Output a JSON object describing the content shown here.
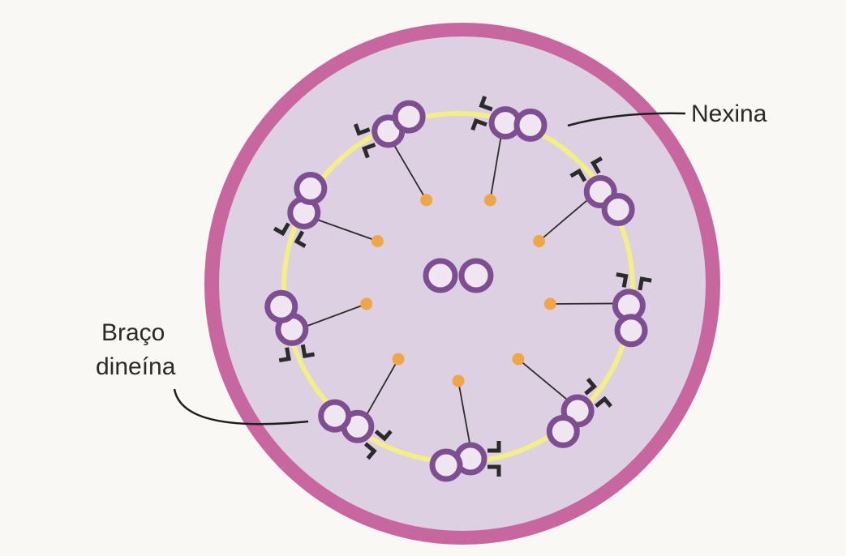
{
  "labels": {
    "nexin": "Nexina",
    "dynein_arm_line1": "Braço",
    "dynein_arm_line2": "dineína"
  },
  "structure": {
    "outer_doublet_count": 9,
    "central_singlet_count": 2,
    "radial_spoke_count": 9
  },
  "colors": {
    "page_background": "#faf8f4",
    "membrane": "#c8669f",
    "matrix": "#dcd0e2",
    "microtubule": "#7f4e92",
    "microtubule_lumen": "#efe6f2",
    "nexin_link": "#f3ee86",
    "spoke_head": "#f0a646",
    "spoke_line": "#2c2c2c",
    "dynein_arm": "#2b2b2b",
    "pointer_line": "#1f1f1f"
  }
}
